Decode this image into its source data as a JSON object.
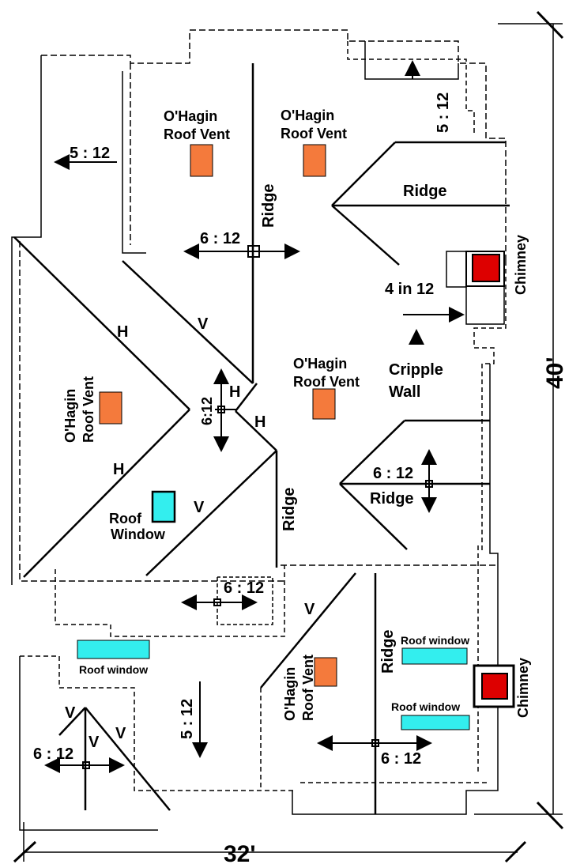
{
  "dimensions": {
    "width_label": "32'",
    "depth_label": "40'"
  },
  "labels": {
    "vent_top_left_1": "O'Hagin",
    "vent_top_left_2": "Roof Vent",
    "vent_top_mid_1": "O'Hagin",
    "vent_top_mid_2": "Roof Vent",
    "vent_center_1": "O'Hagin",
    "vent_center_2": "Roof Vent",
    "vent_left_1": "O'Hagin",
    "vent_left_2": "Roof Vent",
    "vent_bottom_1": "O'Hagin",
    "vent_bottom_2": "Roof Vent",
    "ridge_main": "Ridge",
    "ridge_right_top": "Ridge",
    "ridge_right_mid": "Ridge",
    "ridge_center_lower": "Ridge",
    "ridge_bottom_right": "Ridge",
    "pitch_5_12_left": "5 : 12",
    "pitch_5_12_top_right": "5 : 12",
    "pitch_6_12_top": "6 : 12",
    "pitch_4_in_12": "4 in 12",
    "pitch_6_12_center": "6:12",
    "pitch_6_12_right": "6 : 12",
    "pitch_6_12_lower": "6 : 12",
    "pitch_5_12_bottom": "5 : 12",
    "pitch_6_12_bottom_left": "6 : 12",
    "pitch_6_12_bottom_right": "6 : 12",
    "cripple_1": "Cripple",
    "cripple_2": "Wall",
    "chimney_top": "Chimney",
    "chimney_bottom": "Chimney",
    "roof_window_left_1": "Roof",
    "roof_window_left_2": "Window",
    "roof_window_bar_left": "Roof window",
    "roof_window_bar_r1": "Roof window",
    "roof_window_bar_r2": "Roof window",
    "h1": "H",
    "h2": "H",
    "h3": "H",
    "h4": "H",
    "v1": "V",
    "v2": "V",
    "v3": "V",
    "v4": "V",
    "v5": "V",
    "v6": "V"
  },
  "colors": {
    "vent": "#f47a3c",
    "window": "#33eeee",
    "chimney": "#dd0000"
  }
}
